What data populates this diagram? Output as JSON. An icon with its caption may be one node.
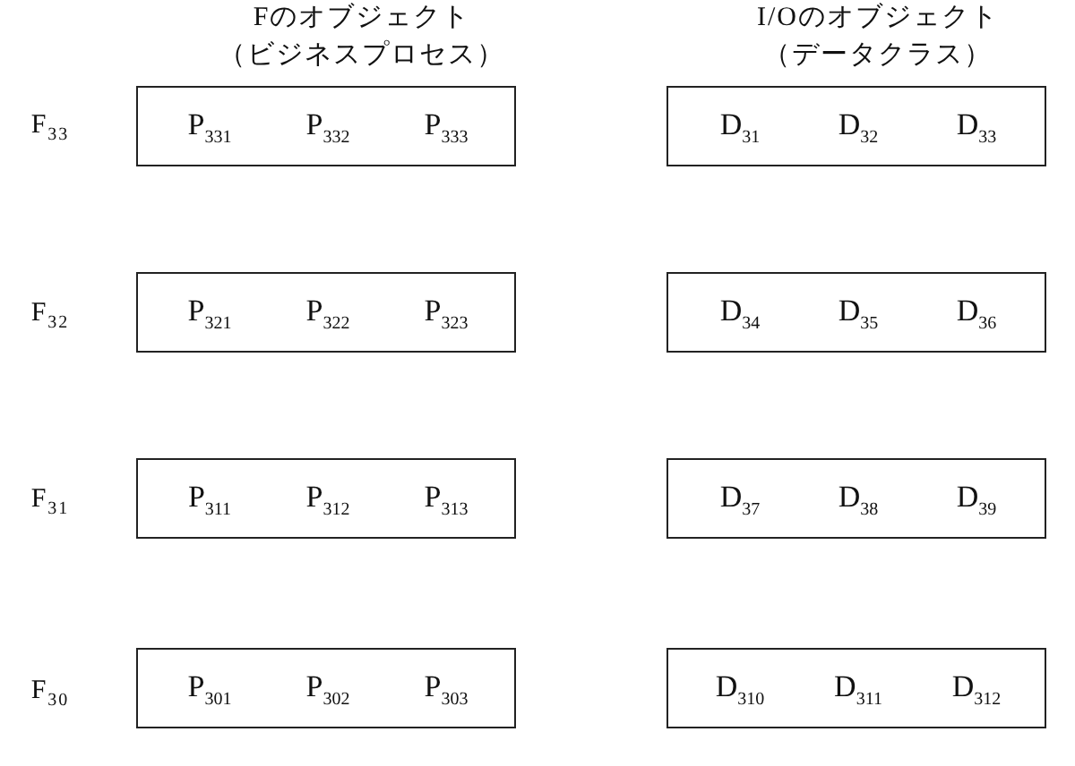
{
  "diagram": {
    "nodes": [
      {
        "text": [
          "P$_{331}$",
          "P$_{332}$",
          "P$_{333}$"
        ]
      },
      {
        "text": [
          "D$_{31}$",
          "D$_{32}$",
          "D$_{33}$"
        ]
      },
      {
        "text": [
          "P$_{321}$",
          "P$_{322}$",
          "P$_{323}$"
        ]
      },
      {
        "text": [
          "D$_{34}$",
          "D$_{35}$",
          "D$_{36}$"
        ]
      },
      {
        "text": [
          "P$_{311}$",
          "P$_{312}$",
          "P$_{313}$"
        ]
      },
      {
        "text": [
          "D$_{37}$",
          "D$_{38}$",
          "D$_{39}$"
        ]
      },
      {
        "text": [
          "P$_{301}$",
          "P$_{302}$",
          "P$_{303}$"
        ]
      },
      {
        "text": [
          "D$_{310}$",
          "D$_{311}$",
          "D$_{312}$"
        ]
      }
    ],
    "labels": [
      "Fのオブジェクト",
      "I/Oのオブジェクト",
      "（ビジネスプロセス）",
      "（データクラス）",
      "F$_{33}$",
      "F$_{32}$",
      "F$_{31}$",
      "F$_{30}$"
    ]
  }
}
